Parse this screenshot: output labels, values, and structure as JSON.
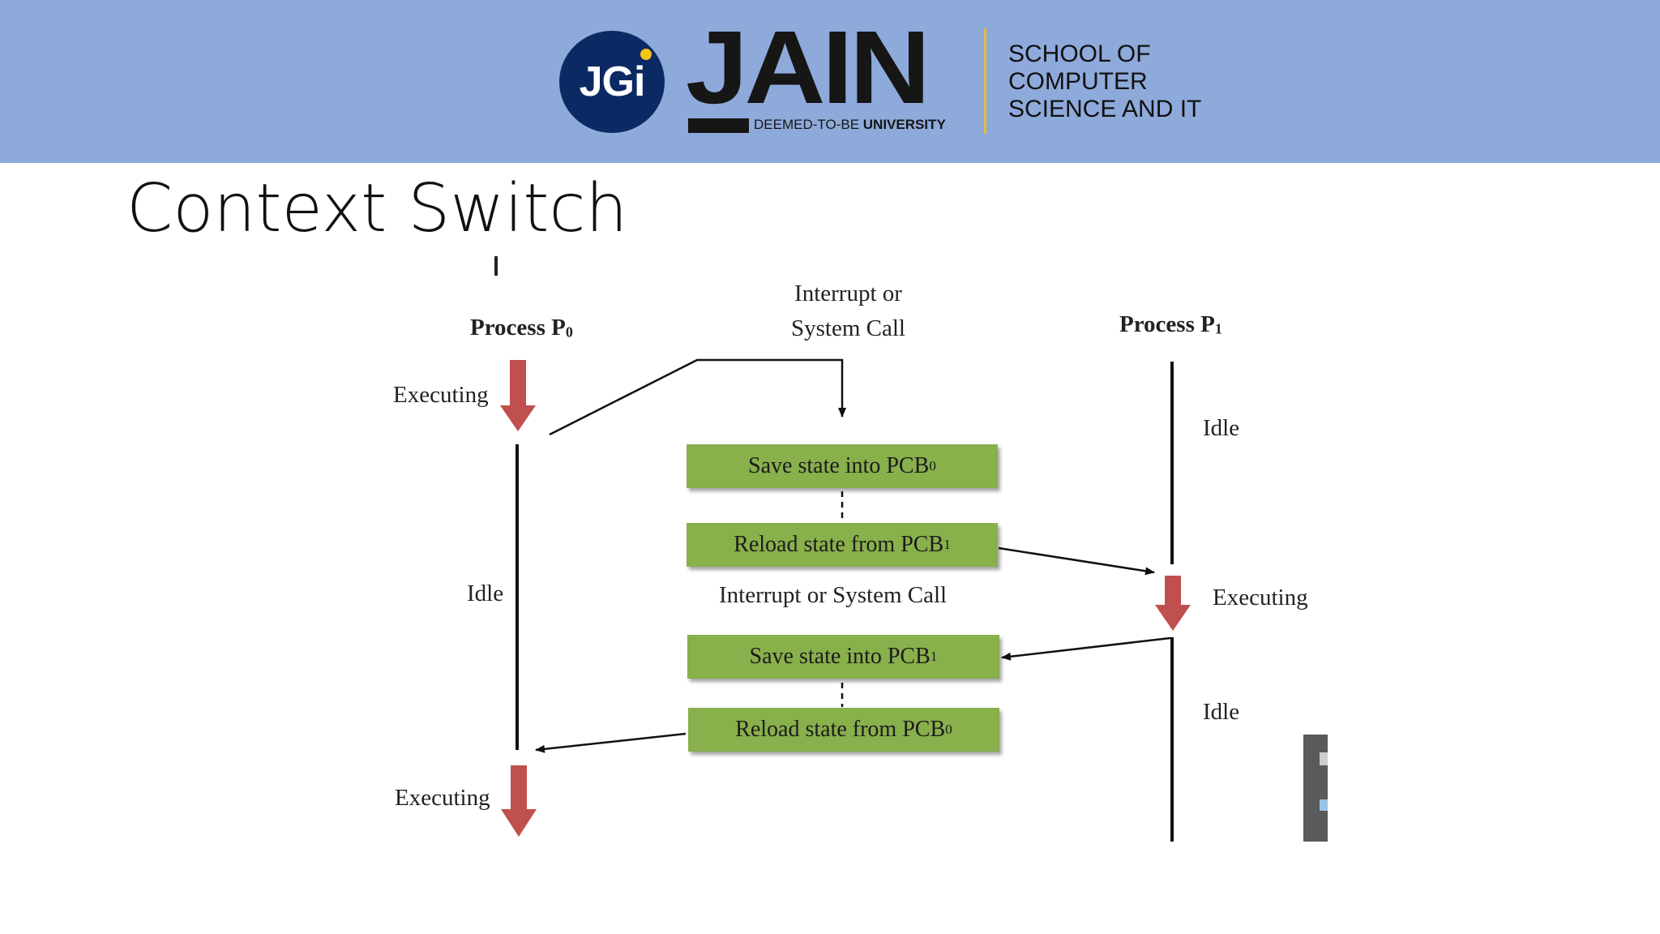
{
  "header": {
    "logo_monogram": "JGi",
    "logo_word": "JAIN",
    "logo_sub_prefix": "DEEMED-TO-BE ",
    "logo_sub_bold": "UNIVERSITY",
    "school_lines": [
      "SCHOOL OF",
      "COMPUTER",
      "SCIENCE AND IT"
    ],
    "colors": {
      "banner": "#8eaadb",
      "monogram_bg": "#0b2a63",
      "accent": "#e8b93a"
    }
  },
  "slide": {
    "title": "Context Switch"
  },
  "diagram": {
    "process_p0": {
      "name": "Process P",
      "sub": "0"
    },
    "process_p1": {
      "name": "Process P",
      "sub": "1"
    },
    "interrupt_top": [
      "Interrupt or",
      "System Call"
    ],
    "interrupt_mid": "Interrupt or System Call",
    "states": {
      "executing": "Executing",
      "idle": "Idle"
    },
    "boxes": [
      {
        "text": "Save state into PCB",
        "sub": "0"
      },
      {
        "text": "Reload state from PCB",
        "sub": "1"
      },
      {
        "text": "Save state into PCB",
        "sub": "1"
      },
      {
        "text": "Reload state from PCB",
        "sub": "0"
      }
    ],
    "colors": {
      "box": "#88b04b",
      "arrow": "#c0504d",
      "line": "#111111"
    }
  }
}
